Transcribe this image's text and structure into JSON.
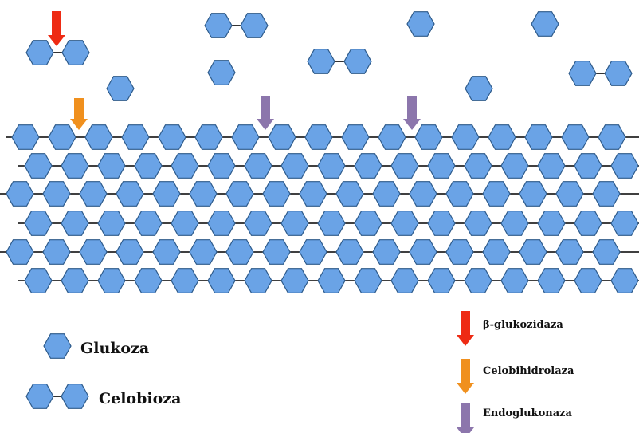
{
  "colors": {
    "hexagon_fill": "#6aa3e6",
    "hexagon_stroke": "#2d5a8a",
    "bond": "#000000",
    "beta_glucosidase_arrow": "#ee2b14",
    "cellobiohydrolase_arrow": "#f0901e",
    "endoglucanase_arrow": "#8c76ac"
  },
  "legend": {
    "glucose": "Glukoza",
    "cellobiose": "Celobioza",
    "enzymes": [
      {
        "label": "β-glukozidaza",
        "color_key": "beta_glucosidase_arrow"
      },
      {
        "label": "Celobihidrolaza",
        "color_key": "cellobiohydrolase_arrow"
      },
      {
        "label": "Endoglukonaza",
        "color_key": "endoglucanase_arrow"
      }
    ]
  },
  "cellulose_chains": {
    "count": 6
  }
}
